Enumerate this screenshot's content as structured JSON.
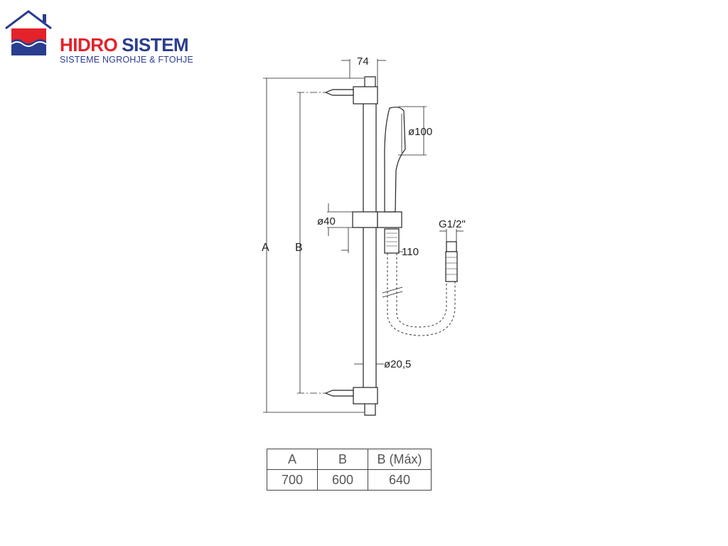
{
  "logo": {
    "brand_red": "HIDRO",
    "brand_blue": "SISTEM",
    "tagline": "SISTEME NGROHJE & FTOHJE",
    "colors": {
      "red": "#e3222a",
      "blue": "#2a3d8f"
    }
  },
  "drawing": {
    "width_label": "74",
    "head_diameter": "ø100",
    "slider_diameter": "ø40",
    "hose_connector": "G1/2\"",
    "hose_length_label": "110",
    "bar_diameter": "ø20,5",
    "dim_a": "A",
    "dim_b": "B"
  },
  "table": {
    "headers": [
      "A",
      "B",
      "B (Máx)"
    ],
    "values": [
      "700",
      "600",
      "640"
    ]
  }
}
